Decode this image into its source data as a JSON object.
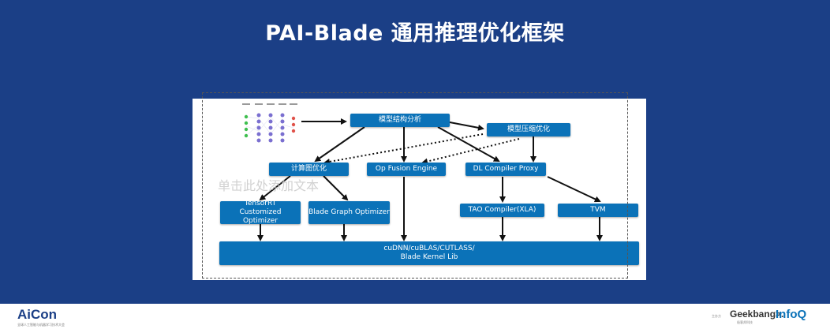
{
  "title": "PAI-Blade 通用推理优化框架",
  "diagram": {
    "nodes": {
      "model_analysis": "模型结构分析",
      "model_compress": "模型压缩优化",
      "graph_opt": "计算图优化",
      "op_fusion": "Op Fusion Engine",
      "dl_compiler": "DL Compiler Proxy",
      "tensorrt": "TensorRT Customized Optimizer",
      "blade_graph": "Blade Graph Optimizer",
      "tao": "TAO Compiler(XLA)",
      "tvm": "TVM",
      "kernel_lib_line1": "cuDNN/cuBLAS/CUTLASS/",
      "kernel_lib_line2": "Blade Kernel Lib"
    },
    "watermark": "单击此处添加文本",
    "colors": {
      "node": "#0b72b8",
      "background": "#1b3f86",
      "neuron_green": "#3fbf4f",
      "neuron_red": "#e0524a",
      "neuron_purple": "#7a6fd0"
    }
  },
  "footer": {
    "aicon": "AiCon",
    "aicon_sub": "全球人工智能与机器学习技术大会",
    "sponsor_label": "主办方",
    "geekbang": "Geekbang>.",
    "geekbang_sub": "极客邦科技",
    "infoq": "InfoQ"
  }
}
